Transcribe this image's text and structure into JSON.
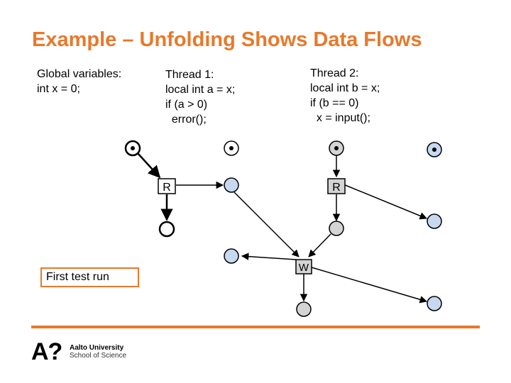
{
  "slide": {
    "title": "Example – Unfolding Shows Data Flows",
    "global_code": "Global variables:\nint x = 0;",
    "thread1_code": "Thread 1:\nlocal int a = x;\nif (a > 0)\n  error();",
    "thread2_code": "Thread 2:\nlocal int b = x;\nif (b == 0)\n  x = input();",
    "first_run_label": "First test run"
  },
  "diagram": {
    "node_labels": {
      "read1": "R",
      "read2": "R",
      "write": "W"
    },
    "colors": {
      "white": "#ffffff",
      "gray": "#d4d4d4",
      "blue": "#c6d9f1",
      "stroke": "#000000",
      "accent": "#e7792b"
    }
  },
  "logo": {
    "mark": "A?",
    "line1": "Aalto University",
    "line2": "School of Science"
  }
}
